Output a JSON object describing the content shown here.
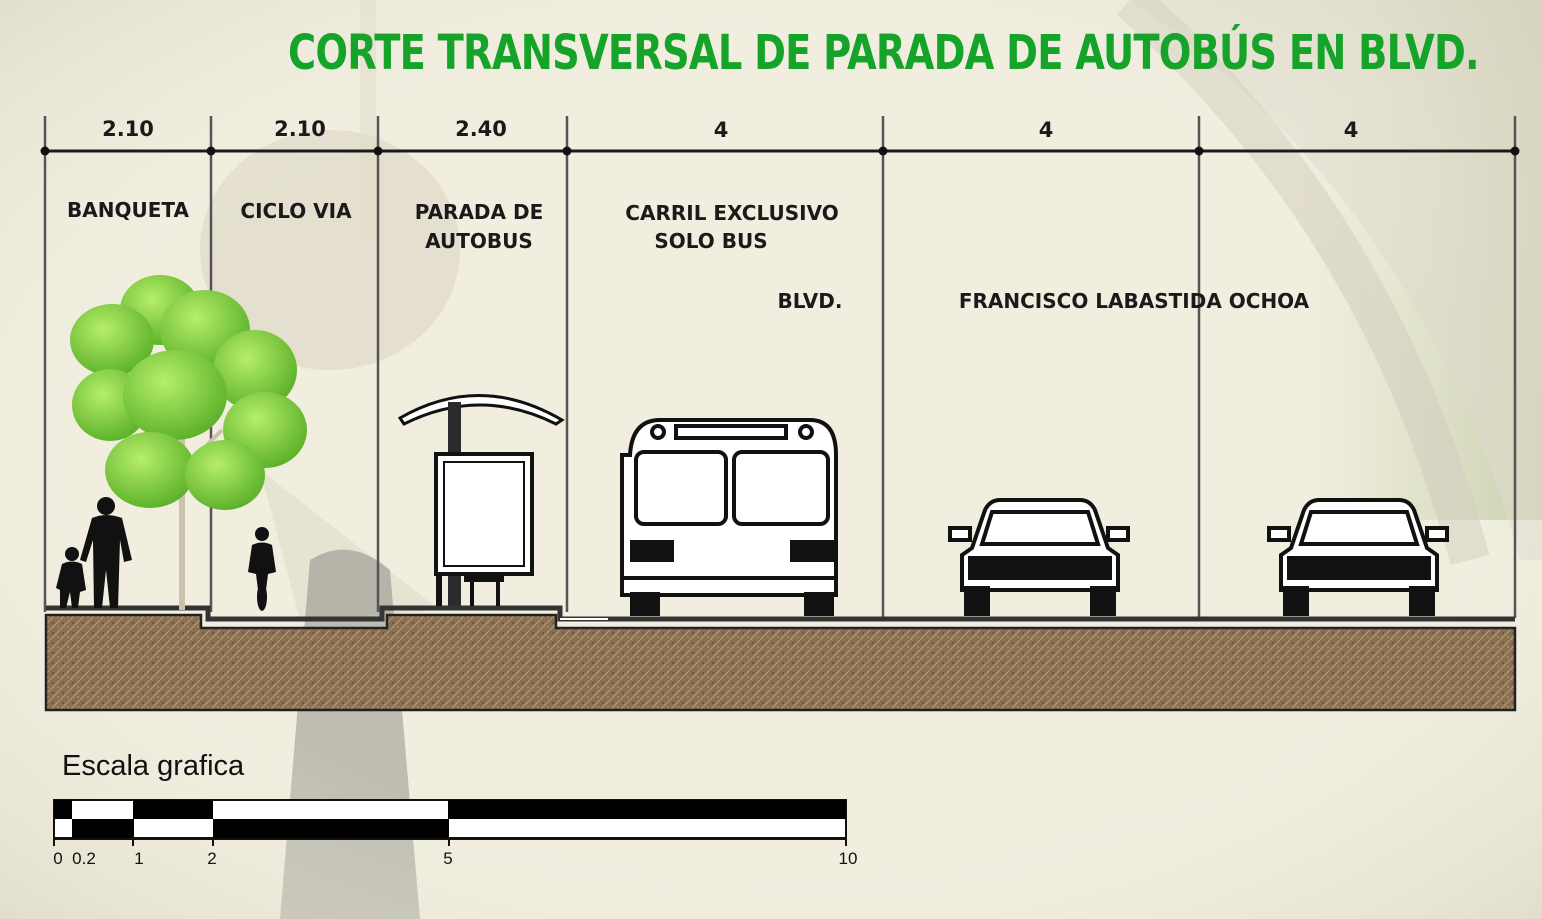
{
  "title": "CORTE TRANSVERSAL DE PARADA DE AUTOBÚS EN BLVD.",
  "dimensions": [
    "2.10",
    "2.10",
    "2.40",
    "4",
    "4",
    "4"
  ],
  "zones": [
    {
      "line1": "BANQUETA",
      "line2": ""
    },
    {
      "line1": "CICLO VIA",
      "line2": ""
    },
    {
      "line1": "PARADA DE",
      "line2": "AUTOBUS"
    },
    {
      "line1": "CARRIL EXCLUSIVO",
      "line2": "SOLO BUS"
    },
    {
      "line1": "",
      "line2": ""
    },
    {
      "line1": "",
      "line2": ""
    }
  ],
  "street_name": {
    "prefix": "BLVD.",
    "name": "FRANCISCO LABASTIDA OCHOA"
  },
  "scale": {
    "title": "Escala grafica",
    "ticks": [
      "0",
      "0.2",
      "1",
      "2",
      "5",
      "10"
    ]
  },
  "colors": {
    "title": "#16a32a",
    "soil": "#8a7050",
    "tree": "#7fd13f",
    "line": "#1a1a1a"
  }
}
